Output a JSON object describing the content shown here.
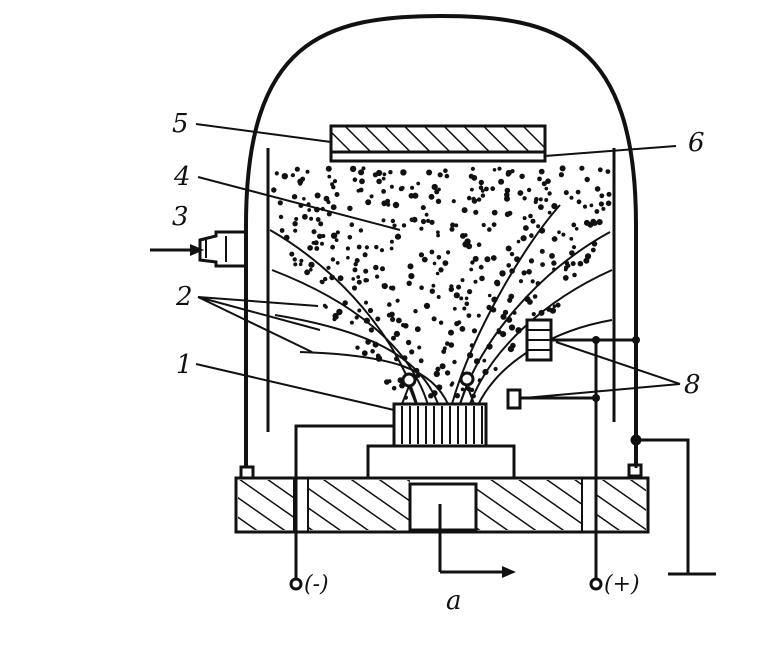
{
  "labels": {
    "l1": "1",
    "l2": "2",
    "l3": "3",
    "l4": "4",
    "l5": "5",
    "l6": "6",
    "l8": "8",
    "la": "a"
  },
  "terminals": {
    "neg": "(-)",
    "pos": "(+)"
  }
}
